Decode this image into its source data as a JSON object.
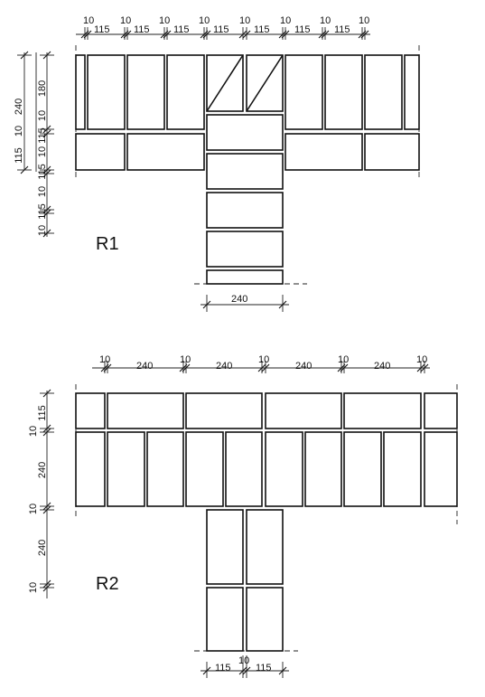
{
  "r1": {
    "label": "R1",
    "top_dims": [
      "10",
      "115",
      "10",
      "115",
      "10",
      "115",
      "10",
      "115",
      "10",
      "115",
      "10",
      "115",
      "10",
      "115",
      "10"
    ],
    "left_dims": [
      "240",
      "180",
      "10",
      "10",
      "115",
      "115",
      "10",
      "115",
      "10",
      "115",
      "10"
    ],
    "bottom_dim": "240"
  },
  "r2": {
    "label": "R2",
    "top_dims": [
      "10",
      "240",
      "10",
      "240",
      "10",
      "240",
      "10",
      "240",
      "10"
    ],
    "left_dims": [
      "115",
      "10",
      "240",
      "10",
      "240",
      "10"
    ],
    "bottom_dims": [
      "10",
      "115",
      "115"
    ]
  }
}
